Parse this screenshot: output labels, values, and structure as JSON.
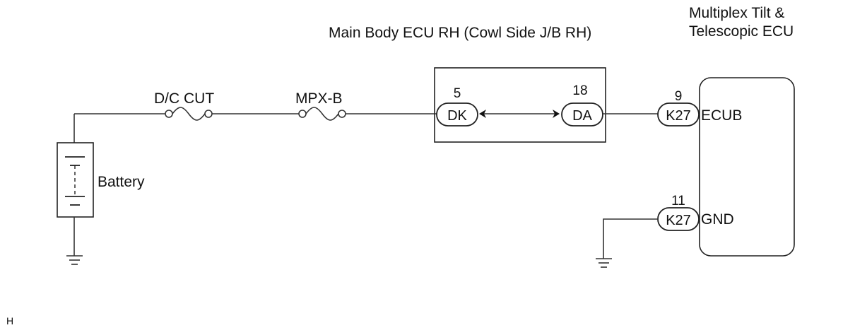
{
  "diagram": {
    "main_ecu_title": "Main Body ECU RH (Cowl Side J/B RH)",
    "right_ecu_title_line1": "Multiplex Tilt &",
    "right_ecu_title_line2": "Telescopic ECU",
    "fuse_1": "D/C CUT",
    "fuse_2": "MPX-B",
    "battery_label": "Battery",
    "main_ecu_pins": [
      {
        "number": "5",
        "connector": "DK"
      },
      {
        "number": "18",
        "connector": "DA"
      }
    ],
    "right_ecu_pins": [
      {
        "number": "9",
        "connector": "K27",
        "terminal": "ECUB"
      },
      {
        "number": "11",
        "connector": "K27",
        "terminal": "GND"
      }
    ],
    "corner_mark": "H"
  }
}
